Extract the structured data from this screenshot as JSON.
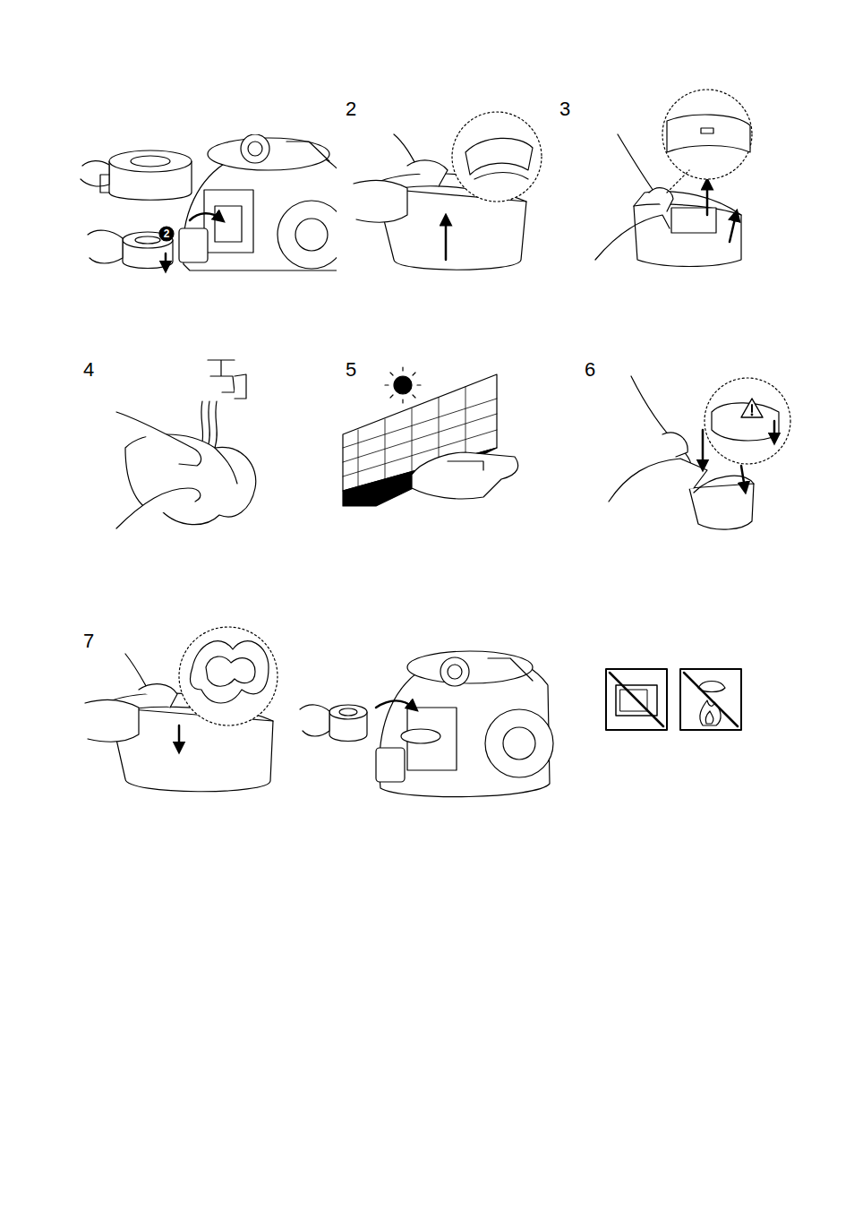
{
  "diagram": {
    "labels": [
      "2",
      "2",
      "3",
      "4",
      "5",
      "6",
      "7"
    ]
  }
}
